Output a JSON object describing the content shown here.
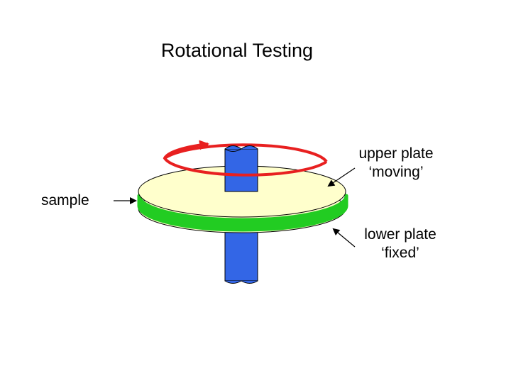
{
  "title": "Rotational Testing",
  "labels": {
    "upper_plate_line1": "upper plate",
    "upper_plate_line2": "‘moving’",
    "sample": "sample",
    "lower_plate_line1": "lower plate",
    "lower_plate_line2": "‘fixed’"
  },
  "colors": {
    "shaft": "#3366e6",
    "plate": "#ffffcc",
    "sample": "#22cc22",
    "rotation_arrow": "#e82020",
    "pointer": "#000000"
  }
}
